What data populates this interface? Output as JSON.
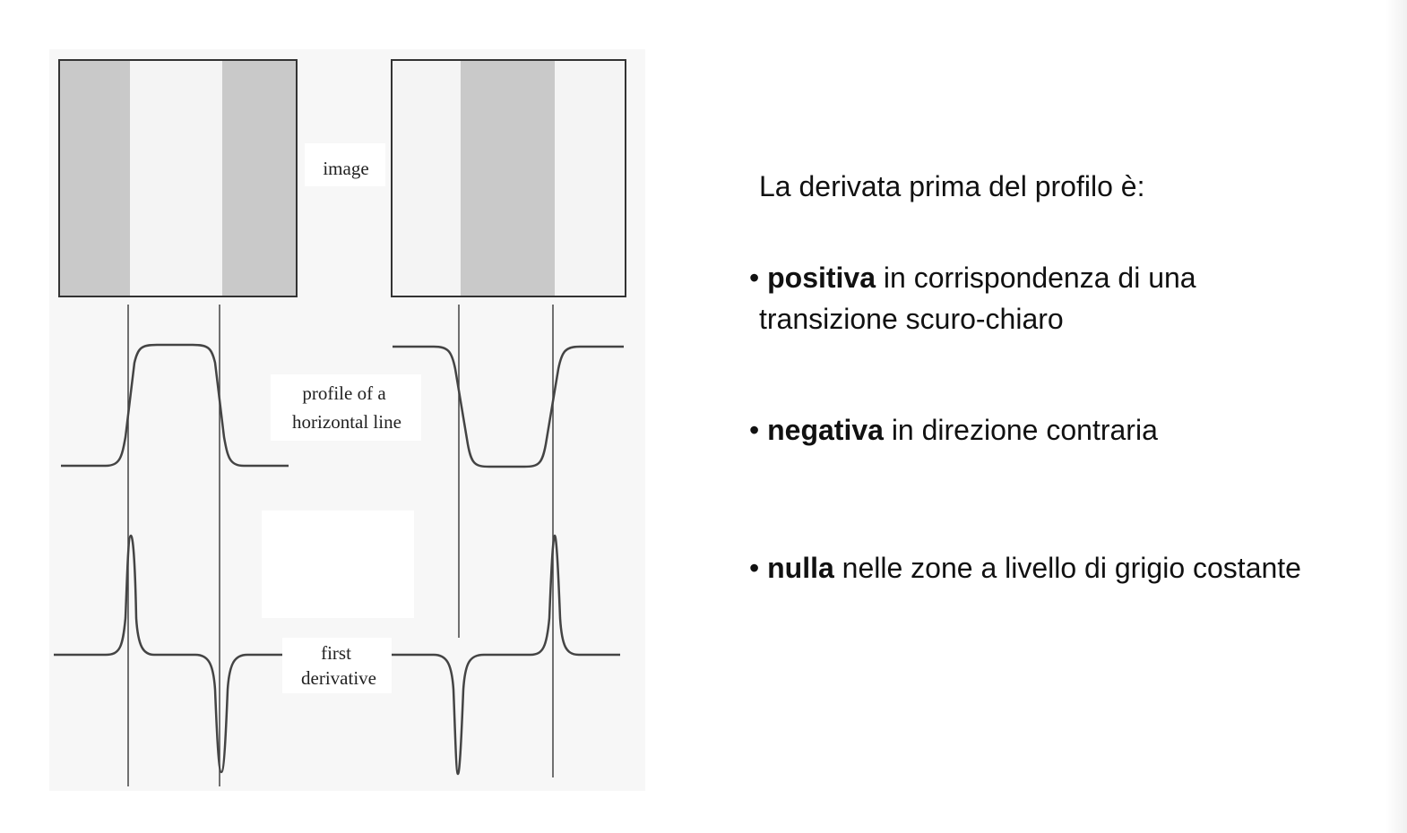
{
  "figure": {
    "image_label": "image",
    "profile_label_line1": "profile of a",
    "profile_label_line2": "horizontal line",
    "derivative_label_line1": "first",
    "derivative_label_line2": "derivative",
    "colors": {
      "dark_band": "#c9c9c9",
      "light_band": "#f4f4f4",
      "curve": "#444444"
    }
  },
  "text": {
    "heading": "La derivata prima del profilo è:",
    "bullets": [
      {
        "marker": "•",
        "bold": "positiva",
        "rest": " in corrispondenza di una",
        "rest2": "transizione scuro-chiaro"
      },
      {
        "marker": "•",
        "bold": "negativa",
        "rest": " in direzione contraria"
      },
      {
        "marker": "•",
        "bold": "nulla",
        "rest": " nelle zone a livello di grigio costante"
      }
    ]
  }
}
